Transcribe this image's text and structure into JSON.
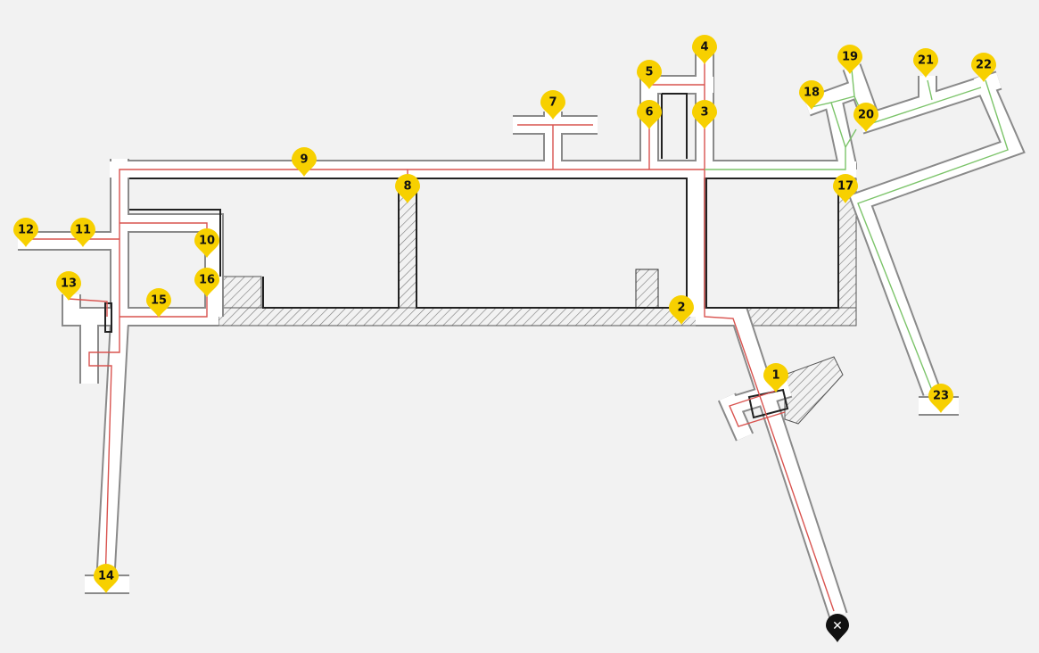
{
  "map": {
    "pins": [
      "1",
      "2",
      "3",
      "4",
      "5",
      "6",
      "7",
      "8",
      "9",
      "10",
      "11",
      "12",
      "13",
      "14",
      "15",
      "16",
      "17",
      "18",
      "19",
      "20",
      "21",
      "22",
      "23"
    ],
    "destination": {
      "icon": "close-icon",
      "label": "✕"
    }
  },
  "colors": {
    "background": "#f2f2f2",
    "pin": "#f7d000",
    "route_primary": "#d9534f",
    "route_secondary": "#7cc46a",
    "wall": "#8a8a8a",
    "destination": "#111111"
  }
}
